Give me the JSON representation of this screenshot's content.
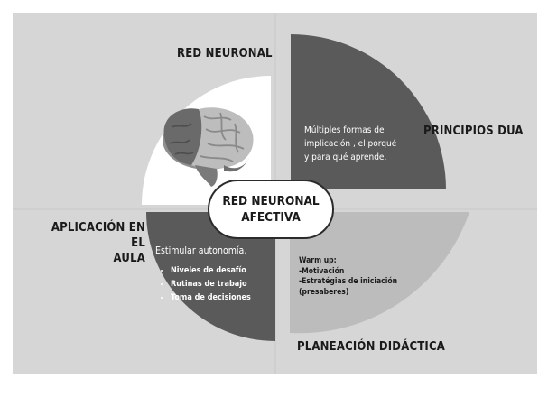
{
  "center": {
    "line1": "RED NEURONAL",
    "line2": "AFECTIVA"
  },
  "quadrants": {
    "top_left": {
      "title": "RED NEURONAL",
      "image": "brain-illustration"
    },
    "top_right": {
      "title": "PRINCIPIOS DUA",
      "lines": [
        "Múltiples formas de",
        "implicación , el porqué",
        "y para qué aprende."
      ]
    },
    "bottom_left": {
      "title_lines": [
        "APLICACIÓN EN EL",
        "AULA"
      ],
      "intro": "Estimular autonomía.",
      "bullets": [
        "Niveles de desafío",
        "Rutinas de trabajo",
        "Toma de decisiones"
      ]
    },
    "bottom_right": {
      "title": "PLANEACIÓN DIDÁCTICA",
      "lines": [
        "Warm up:",
        "-Motivación",
        "-Estratégias  de iniciación",
        "(presaberes)"
      ]
    }
  },
  "colors": {
    "background": "#d4d4d4",
    "dark_quadrant": "#5a5a5a",
    "light_quadrant": "#bcbcbc",
    "white_quadrant": "#ffffff"
  }
}
